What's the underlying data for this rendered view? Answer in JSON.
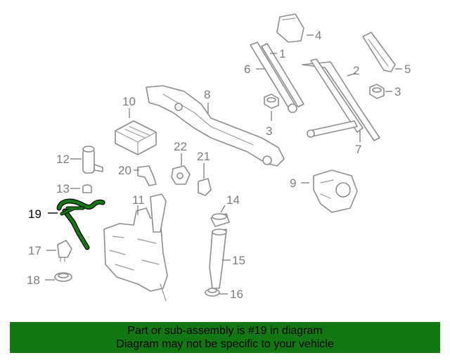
{
  "diagram": {
    "highlighted_part": "19",
    "highlight_color": "#137813",
    "callouts": {
      "c1": "1",
      "c2": "2",
      "c3a": "3",
      "c3b": "3",
      "c4": "4",
      "c5": "5",
      "c6": "6",
      "c7": "7",
      "c8": "8",
      "c9": "9",
      "c10": "10",
      "c11": "11",
      "c12": "12",
      "c13": "13",
      "c14": "14",
      "c15": "15",
      "c16": "16",
      "c17": "17",
      "c18": "18",
      "c19": "19",
      "c20": "20",
      "c21": "21",
      "c22": "22"
    }
  },
  "banner": {
    "line1": "Part or sub-assembly is #19 in diagram",
    "line2": "Diagram may not be specific to your vehicle",
    "background": "#137813"
  }
}
